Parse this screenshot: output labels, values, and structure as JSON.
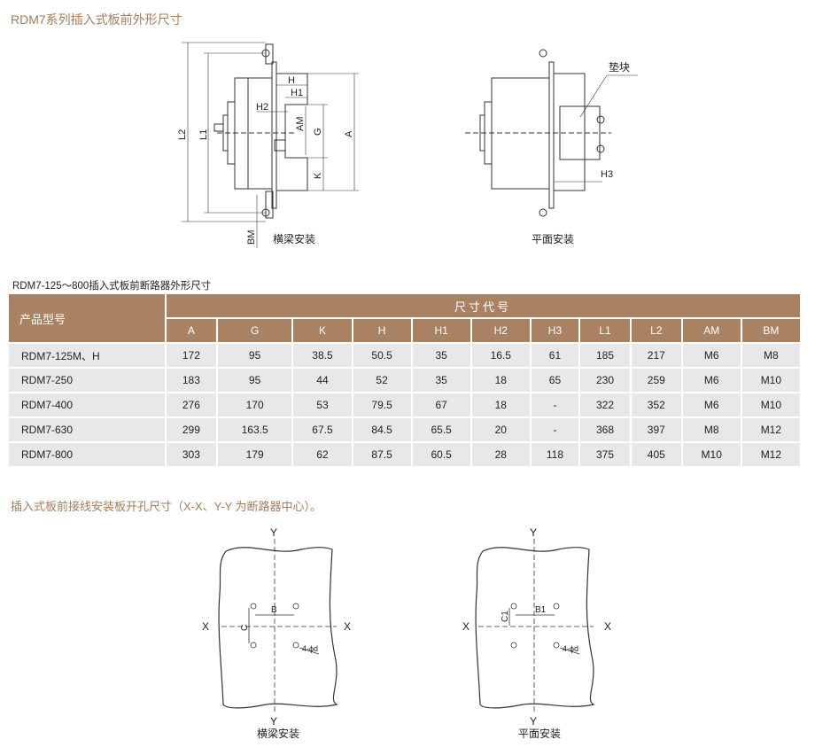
{
  "page_title": "RDM7系列插入式板前外形尺寸",
  "diagram_front": {
    "labels": {
      "H": "H",
      "H1": "H1",
      "H2": "H2",
      "AM": "AM",
      "G": "G",
      "A": "A",
      "K": "K",
      "L1": "L1",
      "L2": "L2",
      "BM": "BM"
    },
    "caption": "横梁安装"
  },
  "diagram_flat": {
    "pad_label": "垫块",
    "H3": "H3",
    "caption": "平面安装"
  },
  "table": {
    "title": "RDM7-125～800插入式板前断路器外形尺寸",
    "model_header": "产品型号",
    "group_header": "尺寸代号",
    "columns": [
      "A",
      "G",
      "K",
      "H",
      "H1",
      "H2",
      "H3",
      "L1",
      "L2",
      "AM",
      "BM"
    ],
    "rows": [
      {
        "model": "RDM7-125M、H",
        "values": [
          "172",
          "95",
          "38.5",
          "50.5",
          "35",
          "16.5",
          "61",
          "185",
          "217",
          "M6",
          "M8"
        ]
      },
      {
        "model": "RDM7-250",
        "values": [
          "183",
          "95",
          "44",
          "52",
          "35",
          "18",
          "65",
          "230",
          "259",
          "M6",
          "M10"
        ]
      },
      {
        "model": "RDM7-400",
        "values": [
          "276",
          "170",
          "53",
          "79.5",
          "67",
          "18",
          "-",
          "322",
          "352",
          "M6",
          "M10"
        ]
      },
      {
        "model": "RDM7-630",
        "values": [
          "299",
          "163.5",
          "67.5",
          "84.5",
          "65.5",
          "20",
          "-",
          "368",
          "397",
          "M8",
          "M12"
        ]
      },
      {
        "model": "RDM7-800",
        "values": [
          "303",
          "179",
          "62",
          "87.5",
          "60.5",
          "28",
          "118",
          "375",
          "405",
          "M10",
          "M12"
        ]
      }
    ]
  },
  "cutout_note": "插入式板前接线安装板开孔尺寸（X-X、Y-Y 为断路器中心）。",
  "cutout_beam": {
    "X": "X",
    "Y": "Y",
    "B": "B",
    "C": "C",
    "hole": "4-ϕd",
    "caption": "横梁安装"
  },
  "cutout_flat": {
    "X": "X",
    "Y": "Y",
    "B": "B1",
    "C": "C1",
    "hole": "4-ϕd",
    "caption": "平面安装"
  }
}
